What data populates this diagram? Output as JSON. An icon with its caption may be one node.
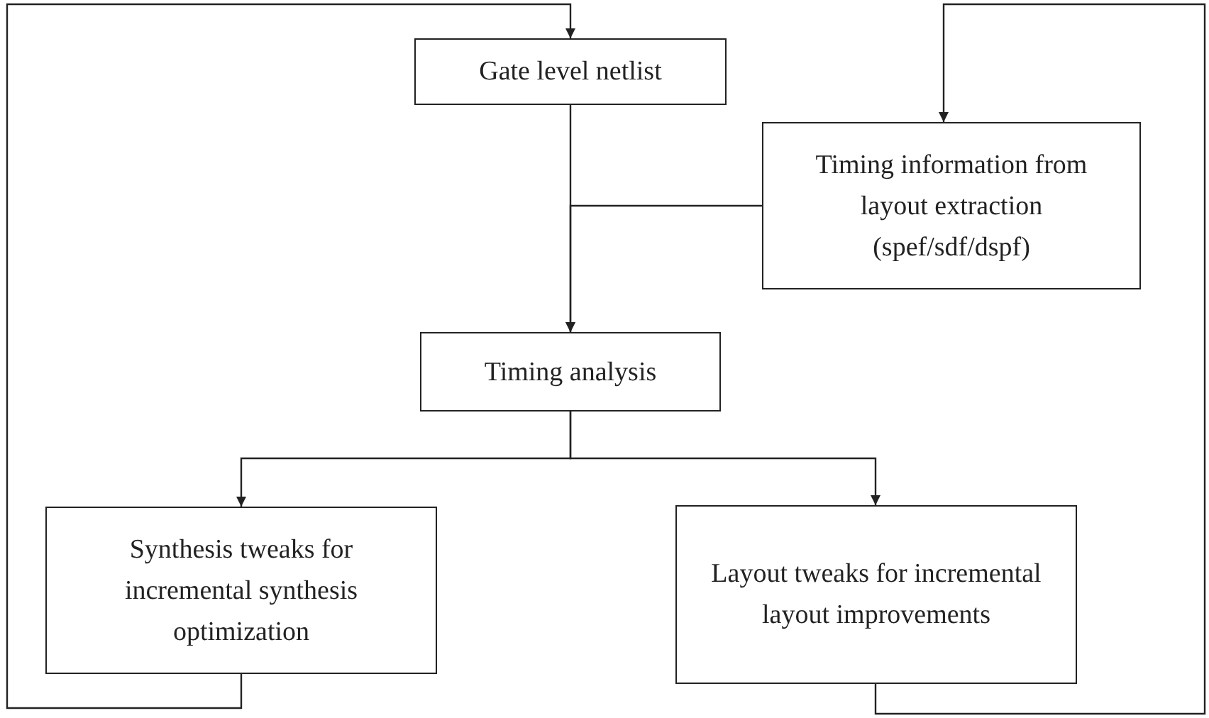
{
  "diagram": {
    "nodes": [
      {
        "text": [
          "Gate level netlist"
        ]
      },
      {
        "text": [
          "Timing information from layout extraction (spef/sdf/dspf)"
        ]
      },
      {
        "text": [
          "Timing analysis"
        ]
      },
      {
        "text": [
          "Synthesis tweaks for incremental synthesis optimization"
        ]
      },
      {
        "text": [
          "Layout tweaks for incremental layout improvements"
        ]
      }
    ],
    "edges": [
      {
        "from": 0,
        "to": 2,
        "arrow": "to"
      },
      {
        "from": 1,
        "to": 2,
        "arrow": "to"
      },
      {
        "from": 2,
        "to": 3,
        "arrow": "to"
      },
      {
        "from": 2,
        "to": 4,
        "arrow": "to"
      },
      {
        "from": 3,
        "to": 0,
        "arrow": "to"
      },
      {
        "from": 4,
        "to": 1,
        "arrow": "to"
      }
    ]
  }
}
